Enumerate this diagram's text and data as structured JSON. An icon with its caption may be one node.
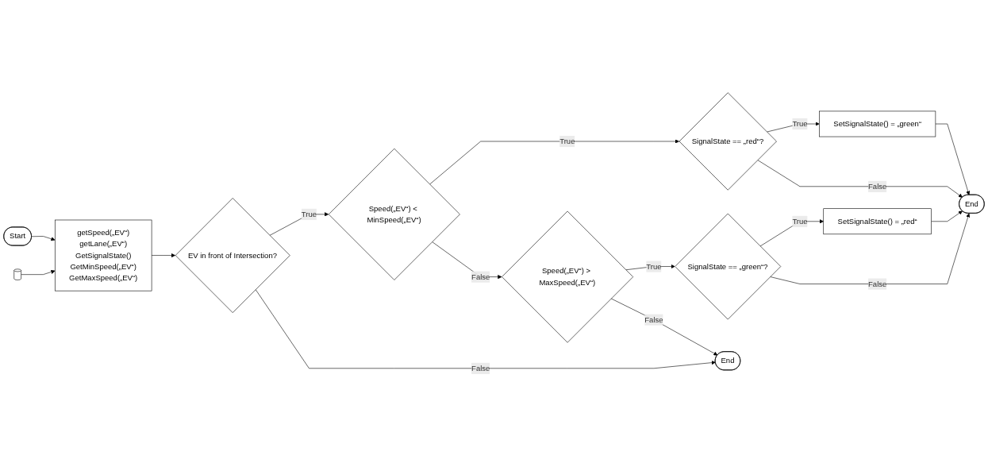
{
  "diagram": {
    "nodes": [
      {
        "text": [
          "Start"
        ]
      },
      {
        "text": [
          "getSpeed(„EV“)",
          "getLane(„EV“)",
          "GetSignalState()",
          "GetMinSpeed(„EV“)",
          "GetMaxSpeed(„EV“)"
        ]
      },
      {
        "text": [],
        "shape": "cylinder"
      },
      {
        "text": [
          "EV in front of Intersection?"
        ]
      },
      {
        "text": [
          "Speed(„EV“) < MinSpeed(„EV“)"
        ]
      },
      {
        "text": [
          "SignalState == „red“?"
        ]
      },
      {
        "text": [
          "SetSignalState() = „green“"
        ]
      },
      {
        "text": [
          "End"
        ]
      },
      {
        "text": [
          "End"
        ]
      },
      {
        "text": [
          "Speed(„EV“) > MaxSpeed(„EV“)"
        ]
      },
      {
        "text": [
          "SignalState == „green“?"
        ]
      },
      {
        "text": [
          "SetSignalState() = „red“"
        ]
      }
    ],
    "edges": [
      {
        "from": 0,
        "to": 1,
        "arrow": "to"
      },
      {
        "from": 2,
        "to": 1,
        "arrow": "to"
      },
      {
        "from": 1,
        "to": 3,
        "arrow": "to"
      },
      {
        "from": 3,
        "to": 4,
        "arrow": "to",
        "label": "True"
      },
      {
        "from": 3,
        "to": 8,
        "arrow": "to",
        "label": "False"
      },
      {
        "from": 4,
        "to": 5,
        "arrow": "to",
        "label": "True"
      },
      {
        "from": 4,
        "to": 9,
        "arrow": "to",
        "label": "False"
      },
      {
        "from": 5,
        "to": 6,
        "arrow": "to",
        "label": "True"
      },
      {
        "from": 5,
        "to": 7,
        "arrow": "to",
        "label": "False"
      },
      {
        "from": 6,
        "to": 7,
        "arrow": "to"
      },
      {
        "from": 9,
        "to": 10,
        "arrow": "to",
        "label": "True"
      },
      {
        "from": 9,
        "to": 8,
        "arrow": "to",
        "label": "False"
      },
      {
        "from": 10,
        "to": 11,
        "arrow": "to",
        "label": "True"
      },
      {
        "from": 10,
        "to": 7,
        "arrow": "to",
        "label": "False"
      },
      {
        "from": 11,
        "to": 7,
        "arrow": "to"
      }
    ]
  }
}
